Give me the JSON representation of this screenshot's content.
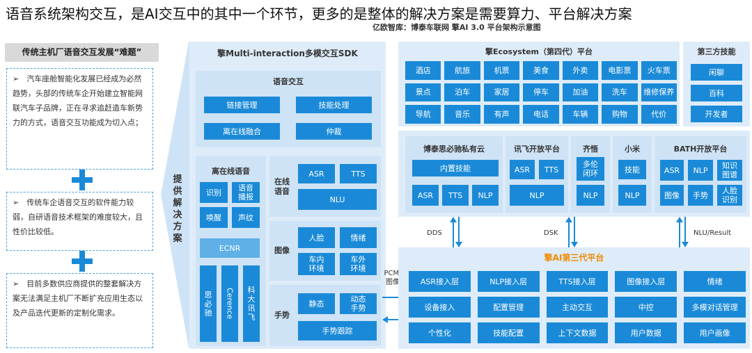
{
  "header": {
    "title": "语音系统架构交互，是AI交互中的其中一个环节，更多的是整体的解决方案是需要算力、平台解决方案",
    "subtitle": "亿欧智库：博泰车联网 擎AI 3.0 平台架构示意图"
  },
  "left": {
    "title": "传统主机厂语音交互发展“难题”",
    "boxes": [
      "➢　汽车座舱智能化发展已经成为必然趋势，头部的传统车企开始建立智能网联汽车子品牌，正在寻求追赶造车新势力的方式，语音交互功能成为切入点；",
      "➢　传统车企语音交互的软件能力较弱，自研语音技术框架的难度较大，且性价比较低。",
      "➢　目前多数供应商提供的整套解决方案无法满足主机厂不断扩充应用生态以及产品迭代更新的定制化需求。"
    ]
  },
  "provide": "提供解决方案",
  "sdk": {
    "title": "擎Multi-interaction多模交互SDK",
    "voice": {
      "title": "语音交互",
      "items": [
        "链接管理",
        "技能处理",
        "离在线融合",
        "仲裁"
      ]
    },
    "offline": {
      "title": "离在线语音",
      "items": [
        "识别",
        "语音播报",
        "唤醒",
        "声纹",
        "ECNR"
      ],
      "vendors": [
        "思必驰",
        "Cerence",
        "科大讯飞"
      ]
    },
    "online": {
      "title": "在线语音",
      "items": [
        "ASR",
        "TTS",
        "NLU"
      ]
    },
    "image": {
      "title": "图像",
      "items": [
        "人脸",
        "情绪",
        "车内环境",
        "车外环境"
      ]
    },
    "gesture": {
      "title": "手势",
      "items": [
        "静态",
        "动态手势",
        "手势跟踪"
      ]
    }
  },
  "ecosystem": {
    "title": "擎Ecosystem（第四代）平台",
    "items": [
      "酒店",
      "航旅",
      "机票",
      "美食",
      "外卖",
      "电影票",
      "火车票",
      "景点",
      "泊车",
      "家居",
      "停车",
      "加油",
      "洗车",
      "维修保养",
      "导航",
      "音乐",
      "有声",
      "电话",
      "车辆",
      "购物",
      "代价"
    ],
    "third": {
      "title": "第三方技能",
      "items": [
        "闲聊",
        "百科",
        "开发者"
      ]
    }
  },
  "clouds": [
    {
      "title": "博泰思必驰私有云",
      "items": [
        "内置技能",
        "ASR",
        "TTS",
        "NLP"
      ]
    },
    {
      "title": "讯飞开放平台",
      "items": [
        "ASR",
        "TTS",
        "NLP"
      ]
    },
    {
      "title": "齐悟",
      "items": [
        "多伦闭环",
        "NLP"
      ]
    },
    {
      "title": "小米",
      "items": [
        "技能",
        "NLP"
      ]
    },
    {
      "title": "BATH开放平台",
      "items": [
        "ASR",
        "NLP",
        "知识图谱",
        "图像",
        "手势",
        "人脸识别"
      ]
    }
  ],
  "connectors": [
    "DDS",
    "DSK",
    "NLU/Result"
  ],
  "pcm": "PCM/图像",
  "platform": {
    "title": "擎AI第三代平台",
    "items": [
      "ASR接入层",
      "NLP接入层",
      "TTS接入层",
      "图像接入层",
      "情绪",
      "设备接入",
      "配置管理",
      "主动交互",
      "中控",
      "多模对话管理",
      "个性化",
      "技能配置",
      "上下文数据",
      "用户数据",
      "用户画像"
    ]
  },
  "colors": {
    "accent": "#1a8ad8",
    "light": "#deecf9",
    "mid": "#cfe3f6",
    "orange": "#f08a00"
  }
}
